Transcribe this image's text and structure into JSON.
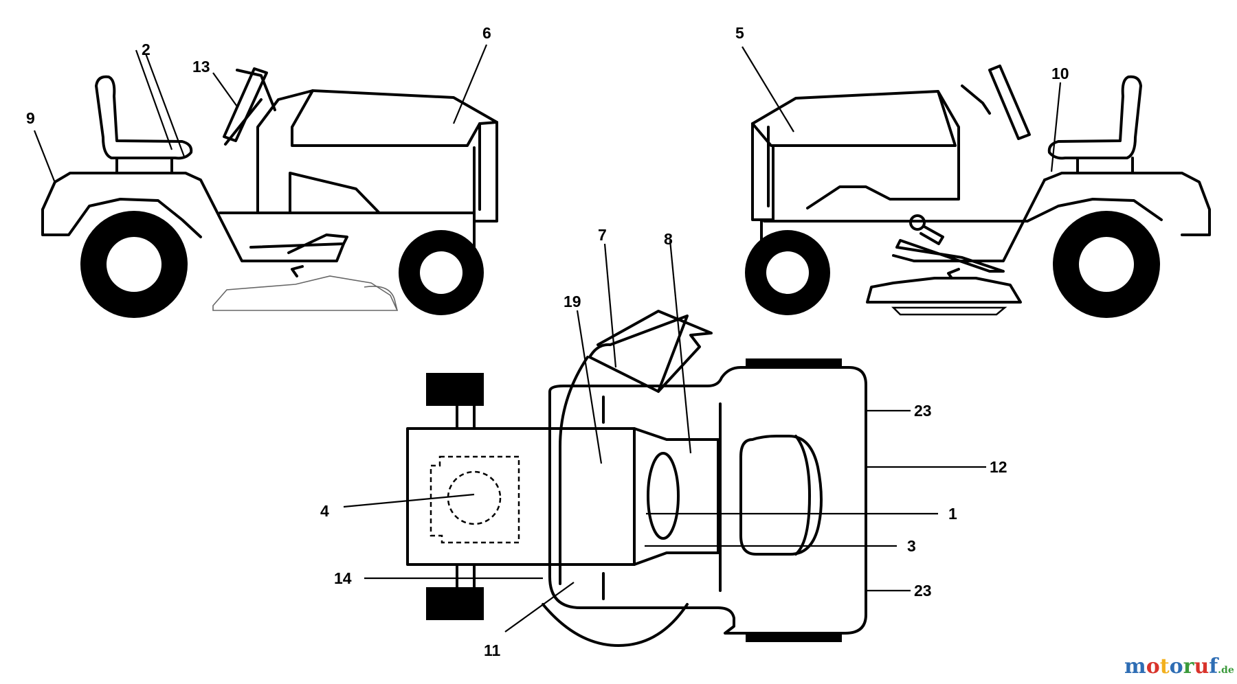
{
  "callouts": {
    "n1": "1",
    "n2": "2",
    "n3": "3",
    "n4": "4",
    "n5": "5",
    "n6": "6",
    "n7": "7",
    "n8": "8",
    "n9": "9",
    "n10": "10",
    "n11": "11",
    "n12": "12",
    "n13": "13",
    "n14": "14",
    "n19": "19",
    "n23a": "23",
    "n23b": "23"
  },
  "watermark": {
    "brand": "motoruf",
    "suffix": ".de",
    "colors": [
      "#2e6db4",
      "#d8332b",
      "#f2b01e",
      "#2e6db4",
      "#3b9a3b",
      "#d8332b",
      "#2e6db4"
    ]
  }
}
